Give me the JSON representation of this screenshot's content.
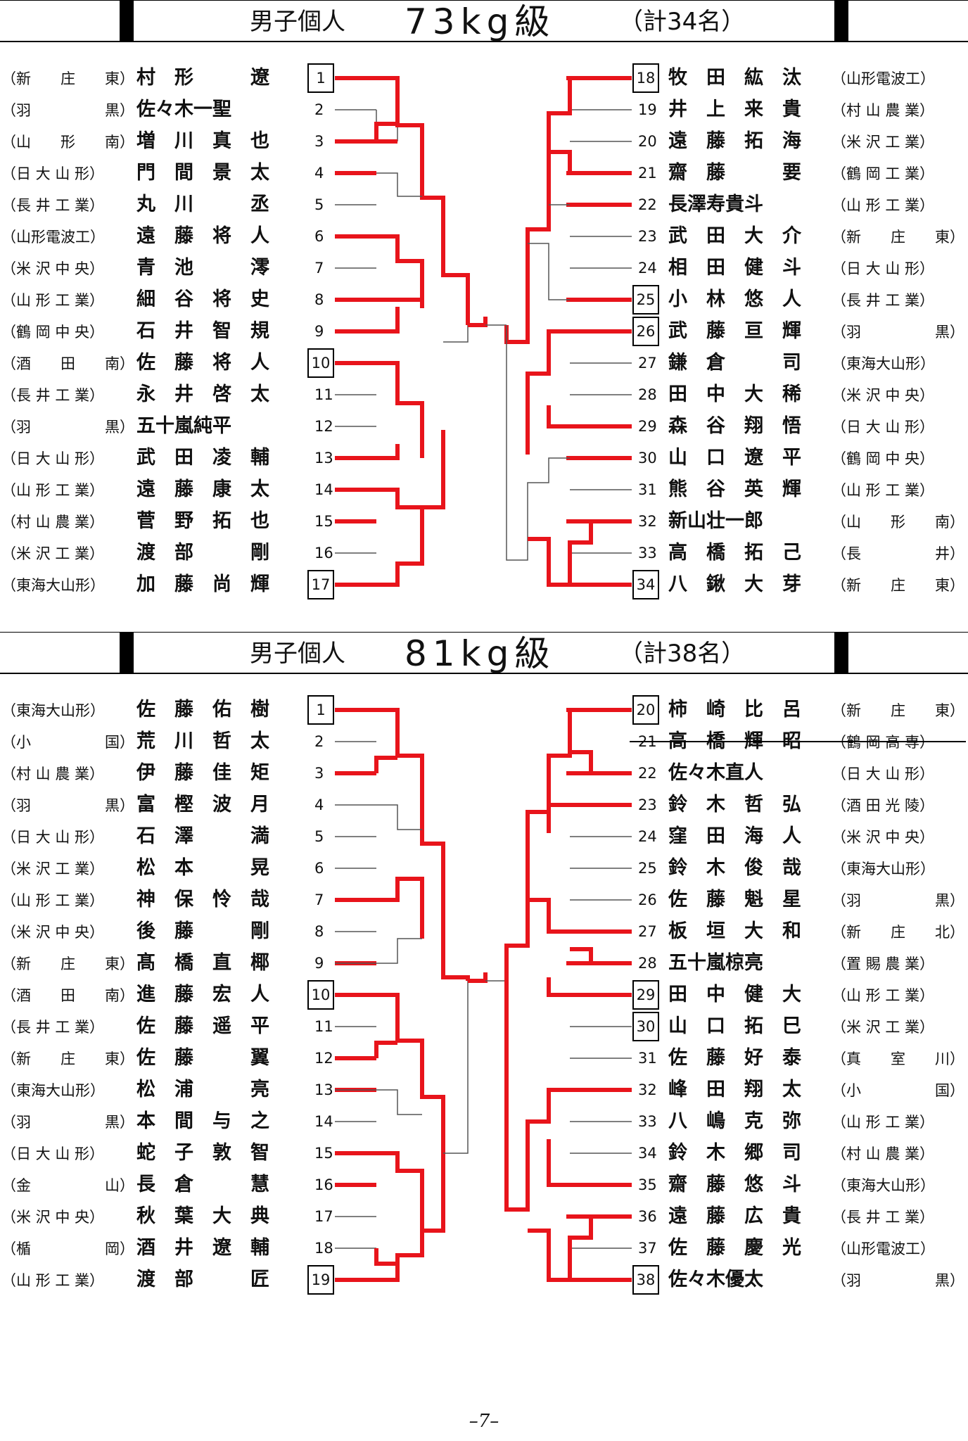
{
  "page_number": "–7–",
  "brackets": [
    {
      "title_label": "男子個人",
      "weight": "73kg級",
      "count": "（計34名）",
      "left": [
        {
          "no": "1",
          "school": "（新　　庄　　東）",
          "name": "村　形　　　遼",
          "seed": true
        },
        {
          "no": "2",
          "school": "（羽　　　　　黒）",
          "name": "佐々木一聖",
          "seed": false
        },
        {
          "no": "3",
          "school": "（山　　形　　南）",
          "name": "増　川　真　也",
          "seed": false
        },
        {
          "no": "4",
          "school": "（日 大 山 形）",
          "name": "門　間　景　太",
          "seed": false
        },
        {
          "no": "5",
          "school": "（長 井 工 業）",
          "name": "丸　川　　　丞",
          "seed": false
        },
        {
          "no": "6",
          "school": "（山形電波工）",
          "name": "遠　藤　将　人",
          "seed": false
        },
        {
          "no": "7",
          "school": "（米 沢 中 央）",
          "name": "青　池　　　澪",
          "seed": false
        },
        {
          "no": "8",
          "school": "（山 形 工 業）",
          "name": "細　谷　将　史",
          "seed": false
        },
        {
          "no": "9",
          "school": "（鶴 岡 中 央）",
          "name": "石　井　智　規",
          "seed": false
        },
        {
          "no": "10",
          "school": "（酒　　田　　南）",
          "name": "佐　藤　将　人",
          "seed": true
        },
        {
          "no": "11",
          "school": "（長 井 工 業）",
          "name": "永　井　啓　太",
          "seed": false
        },
        {
          "no": "12",
          "school": "（羽　　　　　黒）",
          "name": "五十嵐純平",
          "seed": false
        },
        {
          "no": "13",
          "school": "（日 大 山 形）",
          "name": "武　田　凌　輔",
          "seed": false
        },
        {
          "no": "14",
          "school": "（山 形 工 業）",
          "name": "遠　藤　康　太",
          "seed": false
        },
        {
          "no": "15",
          "school": "（村 山 農 業）",
          "name": "菅　野　拓　也",
          "seed": false
        },
        {
          "no": "16",
          "school": "（米 沢 工 業）",
          "name": "渡　部　　　剛",
          "seed": false
        },
        {
          "no": "17",
          "school": "（東海大山形）",
          "name": "加　藤　尚　輝",
          "seed": true
        }
      ],
      "right": [
        {
          "no": "18",
          "name": "牧　田　紘　汰",
          "school": "（山形電波工）",
          "seed": true
        },
        {
          "no": "19",
          "name": "井　上　来　貴",
          "school": "（村 山 農 業）",
          "seed": false
        },
        {
          "no": "20",
          "name": "遠　藤　拓　海",
          "school": "（米 沢 工 業）",
          "seed": false
        },
        {
          "no": "21",
          "name": "齋　藤　　　要",
          "school": "（鶴 岡 工 業）",
          "seed": false
        },
        {
          "no": "22",
          "name": "長澤寿貴斗",
          "school": "（山 形 工 業）",
          "seed": false
        },
        {
          "no": "23",
          "name": "武　田　大　介",
          "school": "（新　　庄　　東）",
          "seed": false
        },
        {
          "no": "24",
          "name": "相　田　健　斗",
          "school": "（日 大 山 形）",
          "seed": false
        },
        {
          "no": "25",
          "name": "小　林　悠　人",
          "school": "（長 井 工 業）",
          "seed": true
        },
        {
          "no": "26",
          "name": "武　藤　亘　輝",
          "school": "（羽　　　　　黒）",
          "seed": true
        },
        {
          "no": "27",
          "name": "鎌　倉　　　司",
          "school": "（東海大山形）",
          "seed": false
        },
        {
          "no": "28",
          "name": "田　中　大　稀",
          "school": "（米 沢 中 央）",
          "seed": false
        },
        {
          "no": "29",
          "name": "森　谷　翔　悟",
          "school": "（日 大 山 形）",
          "seed": false
        },
        {
          "no": "30",
          "name": "山　口　遼　平",
          "school": "（鶴 岡 中 央）",
          "seed": false
        },
        {
          "no": "31",
          "name": "熊　谷　英　輝",
          "school": "（山 形 工 業）",
          "seed": false
        },
        {
          "no": "32",
          "name": "新山壮一郎",
          "school": "（山　　形　　南）",
          "seed": false
        },
        {
          "no": "33",
          "name": "高　橋　拓　己",
          "school": "（長　　　　　井）",
          "seed": false
        },
        {
          "no": "34",
          "name": "八　鍬　大　芽",
          "school": "（新　　庄　　東）",
          "seed": true
        }
      ]
    },
    {
      "title_label": "男子個人",
      "weight": "81kg級",
      "count": "（計38名）",
      "left": [
        {
          "no": "1",
          "school": "（東海大山形）",
          "name": "佐　藤　佑　樹",
          "seed": true
        },
        {
          "no": "2",
          "school": "（小　　　　　国）",
          "name": "荒　川　哲　太",
          "seed": false
        },
        {
          "no": "3",
          "school": "（村 山 農 業）",
          "name": "伊　藤　佳　矩",
          "seed": false
        },
        {
          "no": "4",
          "school": "（羽　　　　　黒）",
          "name": "富　樫　波　月",
          "seed": false
        },
        {
          "no": "5",
          "school": "（日 大 山 形）",
          "name": "石　澤　　　満",
          "seed": false
        },
        {
          "no": "6",
          "school": "（米 沢 工 業）",
          "name": "松　本　　　晃",
          "seed": false
        },
        {
          "no": "7",
          "school": "（山 形 工 業）",
          "name": "神　保　怜　哉",
          "seed": false
        },
        {
          "no": "8",
          "school": "（米 沢 中 央）",
          "name": "後　藤　　　剛",
          "seed": false
        },
        {
          "no": "9",
          "school": "（新　　庄　　東）",
          "name": "髙　橋　直　椰",
          "seed": false
        },
        {
          "no": "10",
          "school": "（酒　　田　　南）",
          "name": "進　藤　宏　人",
          "seed": true
        },
        {
          "no": "11",
          "school": "（長 井 工 業）",
          "name": "佐　藤　遥　平",
          "seed": false
        },
        {
          "no": "12",
          "school": "（新　　庄　　東）",
          "name": "佐　藤　　　翼",
          "seed": false
        },
        {
          "no": "13",
          "school": "（東海大山形）",
          "name": "松　浦　　　亮",
          "seed": false
        },
        {
          "no": "14",
          "school": "（羽　　　　　黒）",
          "name": "本　間　与　之",
          "seed": false
        },
        {
          "no": "15",
          "school": "（日 大 山 形）",
          "name": "蛇　子　敦　智",
          "seed": false
        },
        {
          "no": "16",
          "school": "（金　　　　　山）",
          "name": "長　倉　　　慧",
          "seed": false
        },
        {
          "no": "17",
          "school": "（米 沢 中 央）",
          "name": "秋　葉　大　典",
          "seed": false
        },
        {
          "no": "18",
          "school": "（楯　　　　　岡）",
          "name": "酒　井　遼　輔",
          "seed": false
        },
        {
          "no": "19",
          "school": "（山 形 工 業）",
          "name": "渡　部　　　匠",
          "seed": true
        }
      ],
      "right": [
        {
          "no": "20",
          "name": "柿　崎　比　呂",
          "school": "（新　　庄　　東）",
          "seed": true
        },
        {
          "no": "21",
          "name": "高　橋　輝　昭",
          "school": "（鶴 岡 高 専）",
          "seed": false,
          "struck": true
        },
        {
          "no": "22",
          "name": "佐々木直人",
          "school": "（日 大 山 形）",
          "seed": false
        },
        {
          "no": "23",
          "name": "鈴　木　哲　弘",
          "school": "（酒 田 光 陵）",
          "seed": false
        },
        {
          "no": "24",
          "name": "窪　田　海　人",
          "school": "（米 沢 中 央）",
          "seed": false
        },
        {
          "no": "25",
          "name": "鈴　木　俊　哉",
          "school": "（東海大山形）",
          "seed": false
        },
        {
          "no": "26",
          "name": "佐　藤　魁　星",
          "school": "（羽　　　　　黒）",
          "seed": false
        },
        {
          "no": "27",
          "name": "板　垣　大　和",
          "school": "（新　　庄　　北）",
          "seed": false
        },
        {
          "no": "28",
          "name": "五十嵐椋亮",
          "school": "（置 賜 農 業）",
          "seed": false
        },
        {
          "no": "29",
          "name": "田　中　健　大",
          "school": "（山 形 工 業）",
          "seed": true
        },
        {
          "no": "30",
          "name": "山　口　拓　巳",
          "school": "（米 沢 工 業）",
          "seed": true
        },
        {
          "no": "31",
          "name": "佐　藤　好　泰",
          "school": "（真　　室　　川）",
          "seed": false
        },
        {
          "no": "32",
          "name": "峰　田　翔　太",
          "school": "（小　　　　　国）",
          "seed": false
        },
        {
          "no": "33",
          "name": "八　嶋　克　弥",
          "school": "（山 形 工 業）",
          "seed": false
        },
        {
          "no": "34",
          "name": "鈴　木　郷　司",
          "school": "（村 山 農 業）",
          "seed": false
        },
        {
          "no": "35",
          "name": "齋　藤　悠　斗",
          "school": "（東海大山形）",
          "seed": false
        },
        {
          "no": "36",
          "name": "遠　藤　広　貴",
          "school": "（長 井 工 業）",
          "seed": false
        },
        {
          "no": "37",
          "name": "佐　藤　慶　光",
          "school": "（山形電波工）",
          "seed": false
        },
        {
          "no": "38",
          "name": "佐々木優太",
          "school": "（羽　　　　　黒）",
          "seed": true
        }
      ]
    }
  ],
  "colors": {
    "win": "#e8141b",
    "line": "#555555",
    "ink": "#111111"
  }
}
